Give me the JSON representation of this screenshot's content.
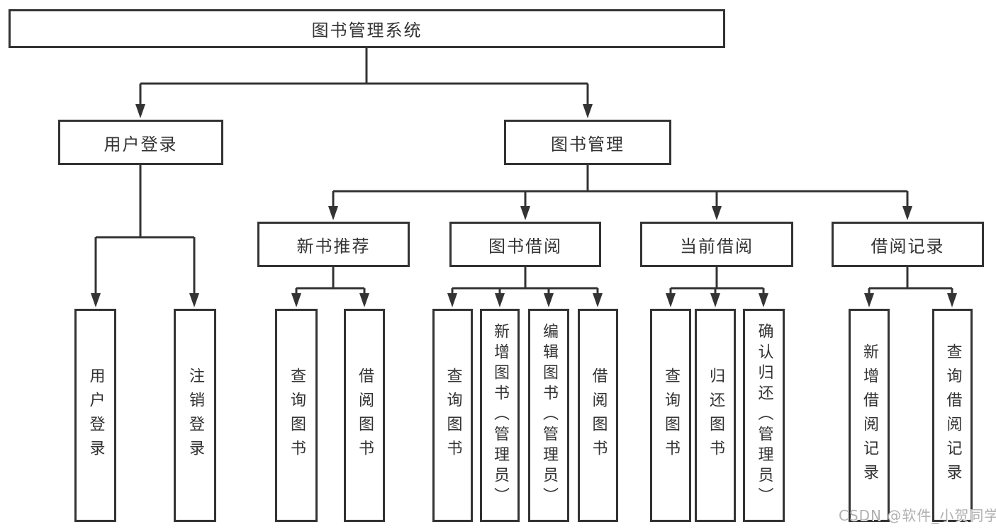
{
  "diagram_title": "图书管理系统",
  "nodes": {
    "root": "图书管理系统",
    "level2": {
      "user_login": "用户登录",
      "book_mgmt": "图书管理"
    },
    "level3": {
      "new_books": "新书推荐",
      "book_borrow": "图书借阅",
      "current_borrow": "当前借阅",
      "borrow_records": "借阅记录"
    },
    "leaves": {
      "user_login_leaf": "用户登录",
      "logout": "注销登录",
      "nb_query": "查询图书",
      "nb_borrow": "借阅图书",
      "bb_query": "查询图书",
      "bb_add": "新增图书（管理员）",
      "bb_edit": "编辑图书（管理员）",
      "bb_borrow": "借阅图书",
      "cb_query": "查询图书",
      "cb_return": "归还图书",
      "cb_confirm": "确认归还（管理员）",
      "br_add": "新增借阅记录",
      "br_query": "查询借阅记录"
    }
  },
  "watermark": "CSDN @软件_小贺同学",
  "colors": {
    "line": "#333333",
    "text": "#333333",
    "box_background": "#ffffff",
    "page_background": "#ffffff",
    "watermark": "#b0b0b0"
  }
}
